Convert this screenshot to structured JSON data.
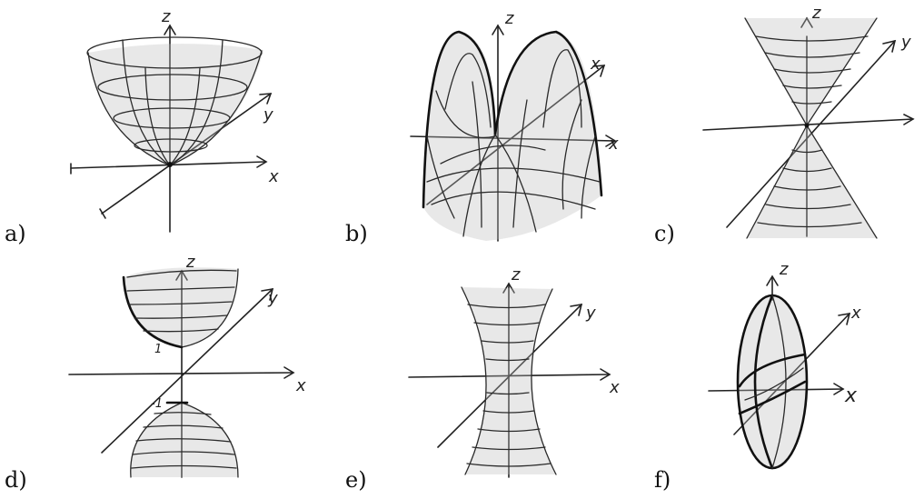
{
  "panels": [
    {
      "id": "a",
      "label": "a)",
      "surface_name_icon": "elliptic-paraboloid-icon",
      "axes": [
        "z",
        "y",
        "x"
      ]
    },
    {
      "id": "b",
      "label": "b)",
      "surface_name_icon": "hyperbolic-paraboloid-icon",
      "axes": [
        "z",
        "x",
        "x"
      ]
    },
    {
      "id": "c",
      "label": "c)",
      "surface_name_icon": "double-cone-icon",
      "axes": [
        "z",
        "y"
      ]
    },
    {
      "id": "d",
      "label": "d)",
      "surface_name_icon": "two-sheet-hyperboloid-icon",
      "axes": [
        "z",
        "y",
        "x"
      ],
      "marks": [
        "1",
        "-1"
      ]
    },
    {
      "id": "e",
      "label": "e)",
      "surface_name_icon": "one-sheet-hyperboloid-icon",
      "axes": [
        "z",
        "y",
        "x"
      ]
    },
    {
      "id": "f",
      "label": "f)",
      "surface_name_icon": "ellipsoid-icon",
      "axes": [
        "z",
        "x",
        "x"
      ]
    }
  ]
}
